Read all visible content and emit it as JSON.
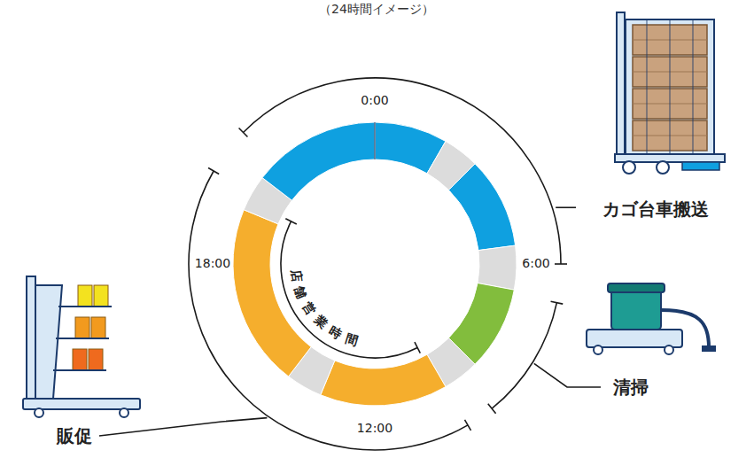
{
  "diagram": {
    "title": "（24時間イメージ）",
    "labels": [
      "0:00",
      "6:00",
      "12:00",
      "18:00",
      "カゴ台車搬送",
      "清掃",
      "販促",
      "店舗営業時間"
    ]
  }
}
